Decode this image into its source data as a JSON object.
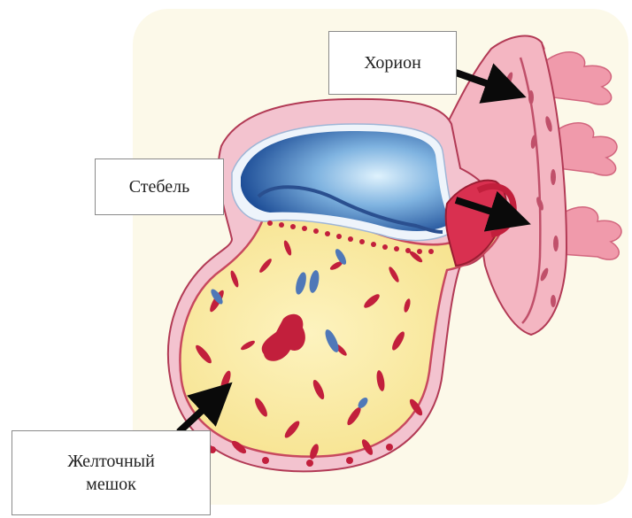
{
  "labels": {
    "chorion": "Хорион",
    "stalk": "Стебель",
    "yolk_sac_line1": "Желточный",
    "yolk_sac_line2": "мешок"
  },
  "colors": {
    "background_tint": "#fbf7e4",
    "chorion": "#f4b6c2",
    "chorion_edge": "#b23a55",
    "villi": "#f09aab",
    "amnion_outer": "#f3c3cf",
    "amnion_cavity": "#2f5fa8",
    "amnion_highlight": "#cfe9fb",
    "yolk_sac": "#f8e79c",
    "yolk_edge": "#c8485e",
    "blood_vessel": "#c21f3c",
    "blue_cell": "#4f78b8",
    "arrow": "#0a0a0a"
  }
}
